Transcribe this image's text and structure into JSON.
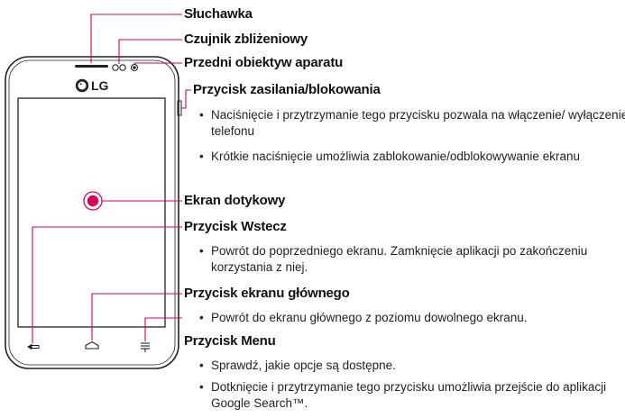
{
  "brand": "LG",
  "colors": {
    "leader_line": "#d6005c",
    "phone_outline": "#222222",
    "accent_dot": "#d6005c"
  },
  "labels": {
    "earpiece": "Słuchawka",
    "proximity_sensor": "Czujnik zbliżeniowy",
    "front_camera": "Przedni obiektyw aparatu",
    "power_key": "Przycisk zasilania/blokowania",
    "touch_screen": "Ekran dotykowy",
    "back_key": "Przycisk Wstecz",
    "home_key": "Przycisk ekranu głównego",
    "menu_key": "Przycisk Menu"
  },
  "bullets": {
    "bullet_glyph": "•",
    "power_1": "Naciśnięcie i przytrzymanie tego przycisku pozwala na włączenie/ wyłączenie telefonu",
    "power_2": "Krótkie naciśnięcie umożliwia zablokowanie/odblokowywanie ekranu",
    "back_1": "Powrót do poprzedniego ekranu. Zamknięcie aplikacji po zakończeniu korzystania z niej.",
    "home_1": "Powrót do ekranu głównego z poziomu dowolnego ekranu.",
    "menu_1": "Sprawdź, jakie opcje są dostępne.",
    "menu_2": "Dotknięcie i przytrzymanie tego przycisku umożliwia przejście do aplikacji Google Search™."
  },
  "icons": {
    "back": "back-arrow-icon",
    "home": "home-icon",
    "menu": "menu-icon"
  }
}
